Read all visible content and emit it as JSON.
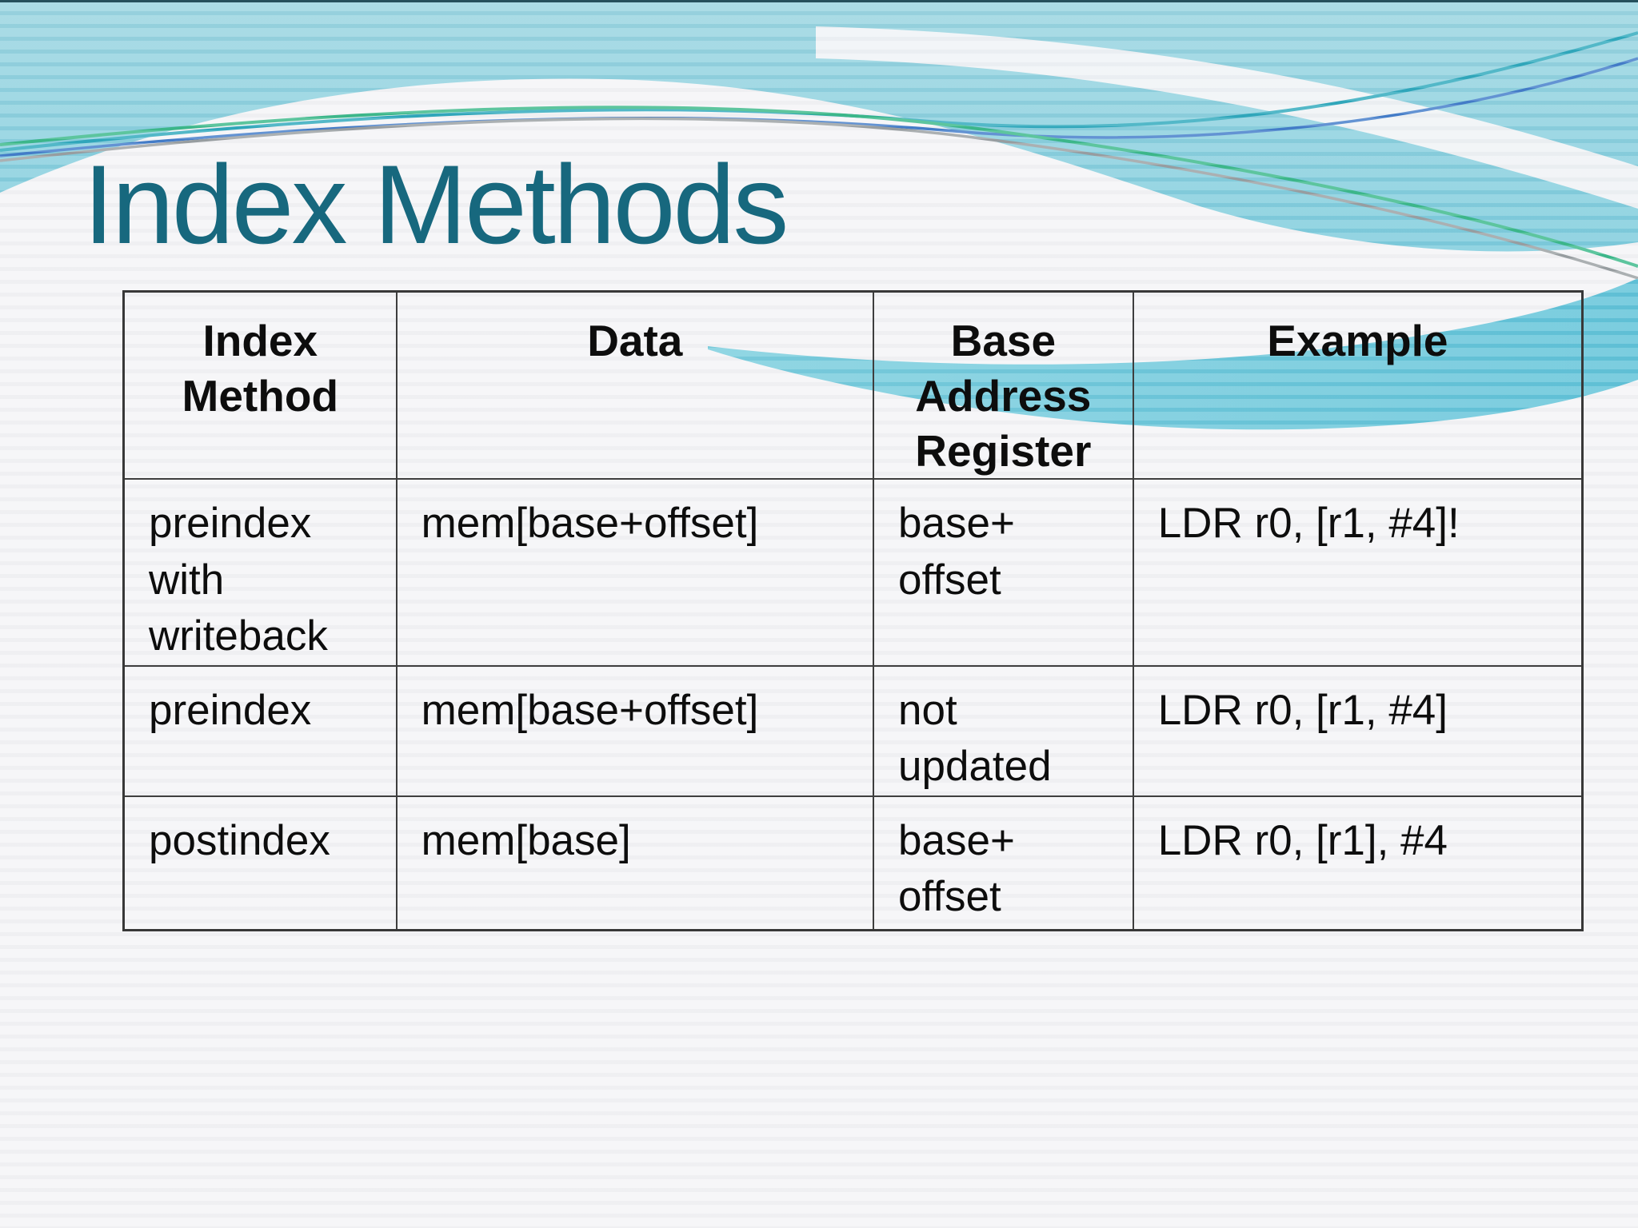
{
  "slide": {
    "title": "Index Methods",
    "table": {
      "headers": [
        "Index Method",
        "Data",
        "Base Address Register",
        "Example"
      ],
      "rows": [
        [
          "preindex\nwith\nwriteback",
          "mem[base+offset]",
          "base+\noffset",
          "LDR r0, [r1, #4]!"
        ],
        [
          "preindex",
          "mem[base+offset]",
          "not\nupdated",
          "LDR r0, [r1, #4]"
        ],
        [
          "postindex",
          "mem[base]",
          "base+\noffset",
          "LDR r0, [r1], #4"
        ]
      ]
    },
    "colors": {
      "title_text": "#17687e",
      "slide_background": "#f3f3f5",
      "sky_gradient_top": "#8fd0dd",
      "sky_gradient_bottom": "#58bfd6",
      "wave_band": "#5ac3d6",
      "line_teal": "#19a0b5",
      "line_blue": "#2f6fc4",
      "line_green": "#27b27e",
      "line_gray": "#8f9598",
      "table_border": "#3e3e3e",
      "cell_text": "#0d0d0d"
    }
  }
}
